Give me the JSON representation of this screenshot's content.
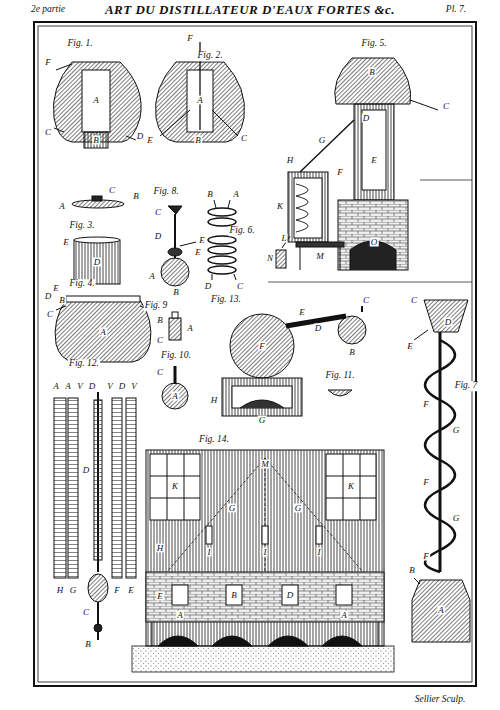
{
  "diagram": {
    "title": "ART DU DISTILLATEUR D'EAUX FORTES &c.",
    "labels": [
      "2e partie",
      "Pl. 7.",
      "Fig. 1.",
      "F",
      "A",
      "C",
      "B",
      "D",
      "Fig. 2.",
      "F",
      "A",
      "E",
      "B",
      "C",
      "Fig. 5.",
      "B",
      "C",
      "D",
      "G",
      "E",
      "H",
      "F",
      "K",
      "L",
      "M",
      "N",
      "O",
      "A",
      "C",
      "B",
      "Fig. 3.",
      "E",
      "D",
      "Fig. 4.",
      "D",
      "E",
      "B",
      "C",
      "A",
      "E",
      "Fig. 8.",
      "C",
      "D",
      "E",
      "A",
      "B",
      "B",
      "A",
      "Fig. 6.",
      "E",
      "D",
      "C",
      "Fig. 9",
      "B",
      "A",
      "C",
      "Fig. 10.",
      "C",
      "A",
      "Fig. 13.",
      "C",
      "F",
      "E",
      "D",
      "B",
      "H",
      "G",
      "Fig. 11.",
      "C",
      "D",
      "E",
      "Fig. 7",
      "F",
      "G",
      "F",
      "G",
      "F",
      "B",
      "A",
      "Fig. 12.",
      "A",
      "A",
      "V",
      "D",
      "V",
      "D",
      "V",
      "D",
      "H",
      "G",
      "F",
      "E",
      "C",
      "B",
      "Fig. 14.",
      "M",
      "K",
      "K",
      "G",
      "G",
      "H",
      "I",
      "I",
      "I",
      "E",
      "B",
      "D",
      "A",
      "A",
      "Sellier Sculp."
    ]
  }
}
